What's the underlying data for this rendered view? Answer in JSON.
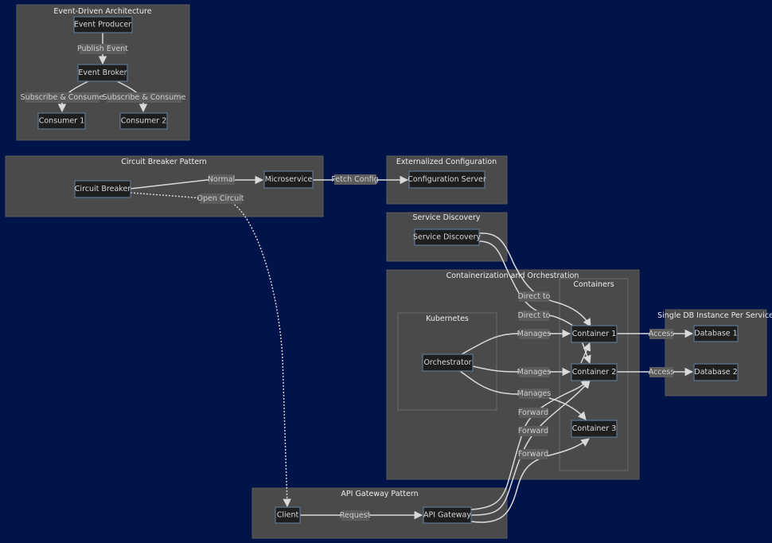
{
  "diagram": {
    "type": "flowchart",
    "colors": {
      "background": "#00144a",
      "cluster_fill": "#4a4a4a",
      "node_fill": "#1e1e1e",
      "node_border": "#5b7289",
      "edge": "#d9d9d9",
      "text": "#d8d8d8"
    },
    "clusters": {
      "event_driven": "Event-Driven Architecture",
      "circuit_breaker": "Circuit Breaker Pattern",
      "externalized_config": "Externalized Configuration",
      "service_discovery": "Service Discovery",
      "containerization": "Containerization and Orchestration",
      "kubernetes": "Kubernetes",
      "containers": "Containers",
      "single_db": "Single DB Instance Per Service",
      "api_gateway": "API Gateway Pattern"
    },
    "nodes": {
      "event_producer": "Event Producer",
      "event_broker": "Event Broker",
      "consumer1": "Consumer 1",
      "consumer2": "Consumer 2",
      "circuit_breaker": "Circuit Breaker",
      "microservice": "Microservice",
      "config_server": "Configuration Server",
      "service_discovery": "Service Discovery",
      "orchestrator": "Orchestrator",
      "container1": "Container 1",
      "container2": "Container 2",
      "container3": "Container 3",
      "database1": "Database 1",
      "database2": "Database 2",
      "client": "Client",
      "api_gateway": "API Gateway"
    },
    "edges": [
      {
        "from": "Event Producer",
        "to": "Event Broker",
        "label": "Publish Event",
        "style": "solid"
      },
      {
        "from": "Event Broker",
        "to": "Consumer 1",
        "label": "Subscribe & Consume",
        "style": "solid"
      },
      {
        "from": "Event Broker",
        "to": "Consumer 2",
        "label": "Subscribe & Consume",
        "style": "solid"
      },
      {
        "from": "Circuit Breaker",
        "to": "Microservice",
        "label": "Normal",
        "style": "solid"
      },
      {
        "from": "Circuit Breaker",
        "to": "Client",
        "label": "Open Circuit",
        "style": "dotted"
      },
      {
        "from": "Microservice",
        "to": "Configuration Server",
        "label": "Fetch Config",
        "style": "solid"
      },
      {
        "from": "Service Discovery",
        "to": "Container 1",
        "label": "Direct to",
        "style": "solid"
      },
      {
        "from": "Service Discovery",
        "to": "Container 2",
        "label": "Direct to",
        "style": "solid"
      },
      {
        "from": "Orchestrator",
        "to": "Container 1",
        "label": "Manages",
        "style": "solid"
      },
      {
        "from": "Orchestrator",
        "to": "Container 2",
        "label": "Manages",
        "style": "solid"
      },
      {
        "from": "Orchestrator",
        "to": "Container 3",
        "label": "Manages",
        "style": "solid"
      },
      {
        "from": "Container 1",
        "to": "Database 1",
        "label": "Access",
        "style": "solid"
      },
      {
        "from": "Container 2",
        "to": "Database 2",
        "label": "Access",
        "style": "solid"
      },
      {
        "from": "Client",
        "to": "API Gateway",
        "label": "Request",
        "style": "solid"
      },
      {
        "from": "API Gateway",
        "to": "Container 1",
        "label": "Forward",
        "style": "solid"
      },
      {
        "from": "API Gateway",
        "to": "Container 2",
        "label": "Forward",
        "style": "solid"
      },
      {
        "from": "API Gateway",
        "to": "Container 3",
        "label": "Forward",
        "style": "solid"
      }
    ]
  }
}
